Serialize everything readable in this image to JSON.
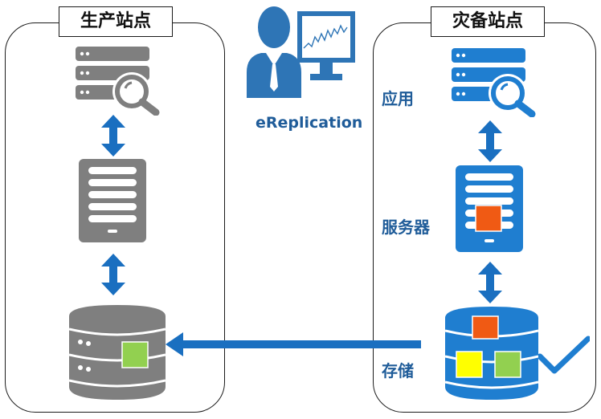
{
  "production_site": {
    "title": "生产站点"
  },
  "dr_site": {
    "title": "灾备站点",
    "layers": {
      "app": "应用",
      "server": "服务器",
      "storage": "存储"
    }
  },
  "software": {
    "name": "eReplication"
  },
  "colors": {
    "gray_device": "#7f7f7f",
    "blue_device": "#1f7ed0",
    "arrow_blue": "#1a6fc0",
    "label_blue": "#1f5c99",
    "orange_block": "#f05a14",
    "green_block": "#92d050",
    "yellow_block": "#ffff00",
    "person_blue": "#2e75b6"
  },
  "icons": {
    "app": "server-search-icon",
    "server": "server-tower-icon",
    "storage": "database-icon",
    "check": "check-icon",
    "admin": "admin-user-icon",
    "monitor": "monitor-chart-icon"
  }
}
